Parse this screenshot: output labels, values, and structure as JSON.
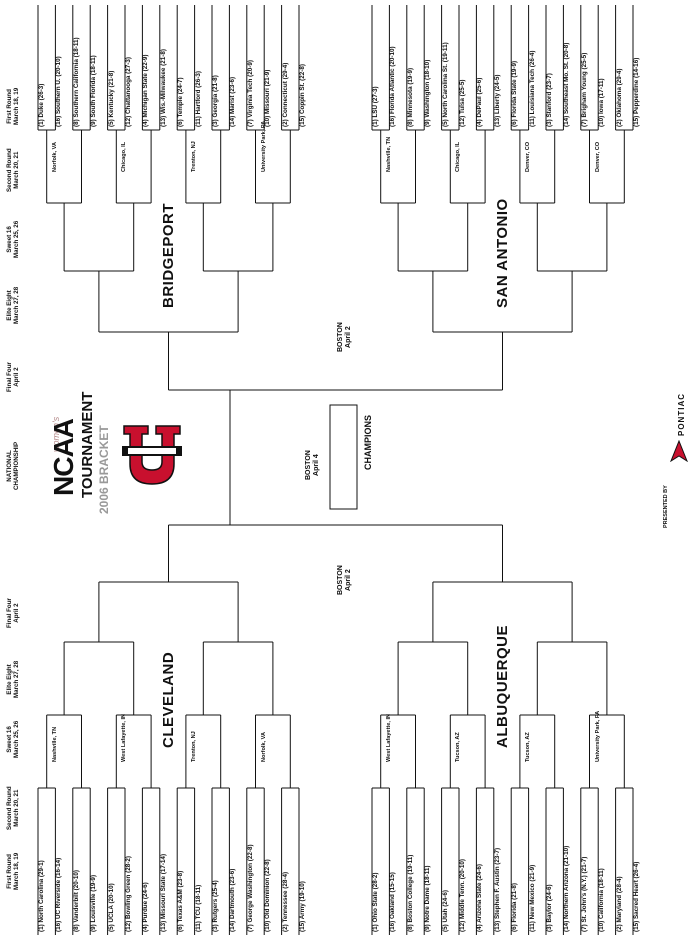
{
  "headers": {
    "round1": [
      "First Round",
      "March 18, 19"
    ],
    "round2": [
      "Second Round",
      "March 20, 21"
    ],
    "sweet16": [
      "Sweet 16",
      "March 25, 26"
    ],
    "elite8": [
      "Elite Eight",
      "March 27, 28"
    ],
    "finalfour": [
      "Final Four",
      "April 2"
    ],
    "championship": [
      "NATIONAL",
      "CHAMPIONSHIP",
      "April 4"
    ]
  },
  "logo": {
    "women": "women's",
    "ncaa": "NCAA",
    "tournament": "TOURNAMENT",
    "bracket": "2006 BRACKET"
  },
  "sponsor": {
    "presented": "PRESENTED BY",
    "name": "PONTIAC"
  },
  "finals": {
    "top_city": [
      "BOSTON",
      "April 2"
    ],
    "bottom_city": [
      "BOSTON",
      "April 2"
    ],
    "center_city": [
      "BOSTON",
      "April 4"
    ],
    "champions": "CHAMPIONS"
  },
  "regions": {
    "cleveland": {
      "name": "CLEVELAND",
      "teams": [
        "(1) North Carolina (29-1)",
        "(16) UC Riverside (16-14)",
        "(8) Vanderbilt (20-10)",
        "(9) Louisville (19-9)",
        "(5) UCLA (20-10)",
        "(12) Bowling Green (28-2)",
        "(4) Purdue (24-6)",
        "(13) Missouri State (17-14)",
        "(6) Texas A&M (23-8)",
        "(11) TCU (18-11)",
        "(3) Rutgers (25-4)",
        "(14) Dartmouth (23-6)",
        "(7) George Washington (22-8)",
        "(10) Old Dominion (22-8)",
        "(2) Tennessee (28-4)",
        "(15) Army (19-10)"
      ],
      "venues": [
        "Nashville, TN",
        "West Lafayette, IN",
        "Trenton, NJ",
        "Norfolk, VA"
      ]
    },
    "albuquerque": {
      "name": "ALBUQUERQUE",
      "teams": [
        "(1) Ohio State (28-2)",
        "(16) Oakland (15-15)",
        "(8) Boston College (19-11)",
        "(9) Notre Dame (18-11)",
        "(5) Utah (24-6)",
        "(12) Middle Tenn. (20-10)",
        "(4) Arizona State (24-6)",
        "(13) Stephen F. Austin (23-7)",
        "(6) Florida (21-8)",
        "(11) New Mexico (21-9)",
        "(3) Baylor (24-6)",
        "(14) Northern Arizona (21-10)",
        "(7) St. John's (N.Y.) (21-7)",
        "(10) California (18-11)",
        "(2) Maryland (28-4)",
        "(15) Sacred Heart (26-4)"
      ],
      "venues": [
        "West Lafayette, IN",
        "Tucson, AZ",
        "Tucson, AZ",
        "University Park, PA"
      ]
    },
    "bridgeport": {
      "name": "BRIDGEPORT",
      "teams": [
        "(1) Duke (26-3)",
        "(16) Southern U. (20-10)",
        "(8) Southern California (18-11)",
        "(9) South Florida (18-11)",
        "(5) Kentucky (21-8)",
        "(12) Chattanooga (27-3)",
        "(4) Michigan State (22-9)",
        "(13) Wis.-Milwaukee (21-8)",
        "(6) Temple (24-7)",
        "(11) Hartford (26-3)",
        "(3) Georgia (21-8)",
        "(14) Marist (23-6)",
        "(7) Virginia Tech (20-9)",
        "(10) Missouri (21-9)",
        "(2) Connecticut (29-4)",
        "(15) Coppin St. (22-8)"
      ],
      "venues": [
        "Norfolk, VA",
        "Chicago, IL",
        "Trenton, NJ",
        "University Park, PA"
      ]
    },
    "sanantonio": {
      "name": "SAN ANTONIO",
      "teams": [
        "(1) LSU (27-3)",
        "(16) Florida Atlantic (20-10)",
        "(8) Minnesota (19-9)",
        "(9) Washington (18-10)",
        "(5) North Carolina St. (19-11)",
        "(12) Tulsa (25-5)",
        "(4) DePaul (25-6)",
        "(13) Liberty (24-5)",
        "(6) Florida State (19-9)",
        "(11) Louisiana Tech (26-4)",
        "(3) Stanford (23-7)",
        "(14) Southeast Mo. St. (20-8)",
        "(7) Brigham Young (25-5)",
        "(10) Iowa (17-11)",
        "(2) Oklahoma (29-4)",
        "(15) Pepperdine (14-16)"
      ],
      "venues": [
        "Nashville, TN",
        "Chicago, IL",
        "Denver, CO",
        "Denver, CO"
      ]
    }
  }
}
